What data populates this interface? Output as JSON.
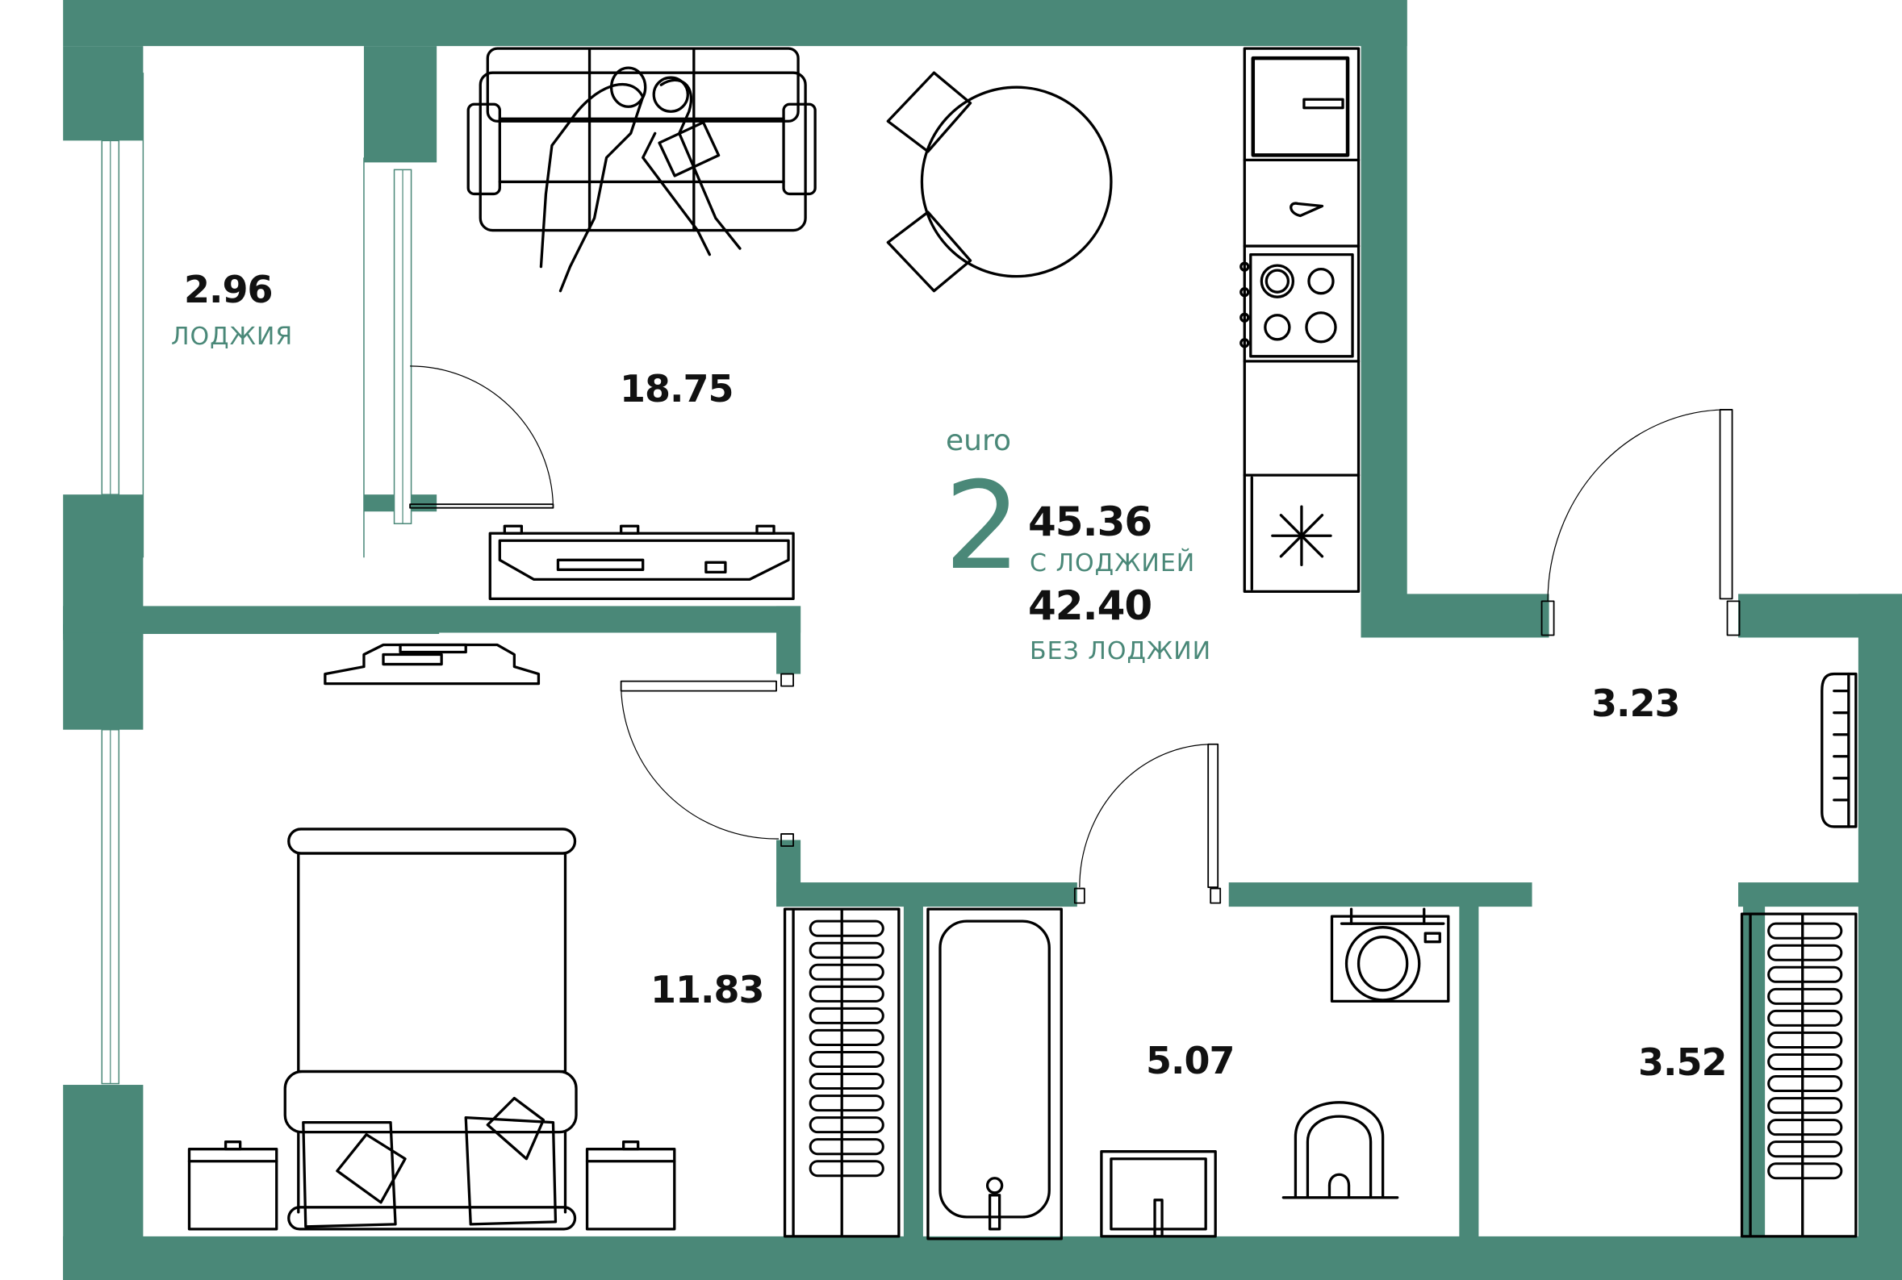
{
  "plan": {
    "type_label": "euro",
    "rooms_count": "2",
    "area_with_loggia": "45.36",
    "area_with_loggia_label": "С ЛОДЖИЕЙ",
    "area_without_loggia": "42.40",
    "area_without_loggia_label": "БЕЗ ЛОДЖИИ",
    "wall_color": "#4a8878"
  },
  "rooms": [
    {
      "id": "loggia",
      "area": "2.96",
      "label": "ЛОДЖИЯ"
    },
    {
      "id": "living-kitchen",
      "area": "18.75"
    },
    {
      "id": "bedroom",
      "area": "11.83"
    },
    {
      "id": "bathroom",
      "area": "5.07"
    },
    {
      "id": "hallway",
      "area": "3.23"
    },
    {
      "id": "wardrobe",
      "area": "3.52"
    }
  ],
  "furniture_icons": [
    "sofa-icon",
    "people-icon",
    "dining-table-icon",
    "fridge-icon",
    "sink-icon",
    "stove-icon",
    "freezer-icon",
    "tv-stand-icon",
    "tv-icon",
    "bed-icon",
    "nightstand-icon",
    "wardrobe-icon",
    "bathtub-icon",
    "washing-machine-icon",
    "washbasin-icon",
    "toilet-icon",
    "shoe-rack-icon"
  ]
}
